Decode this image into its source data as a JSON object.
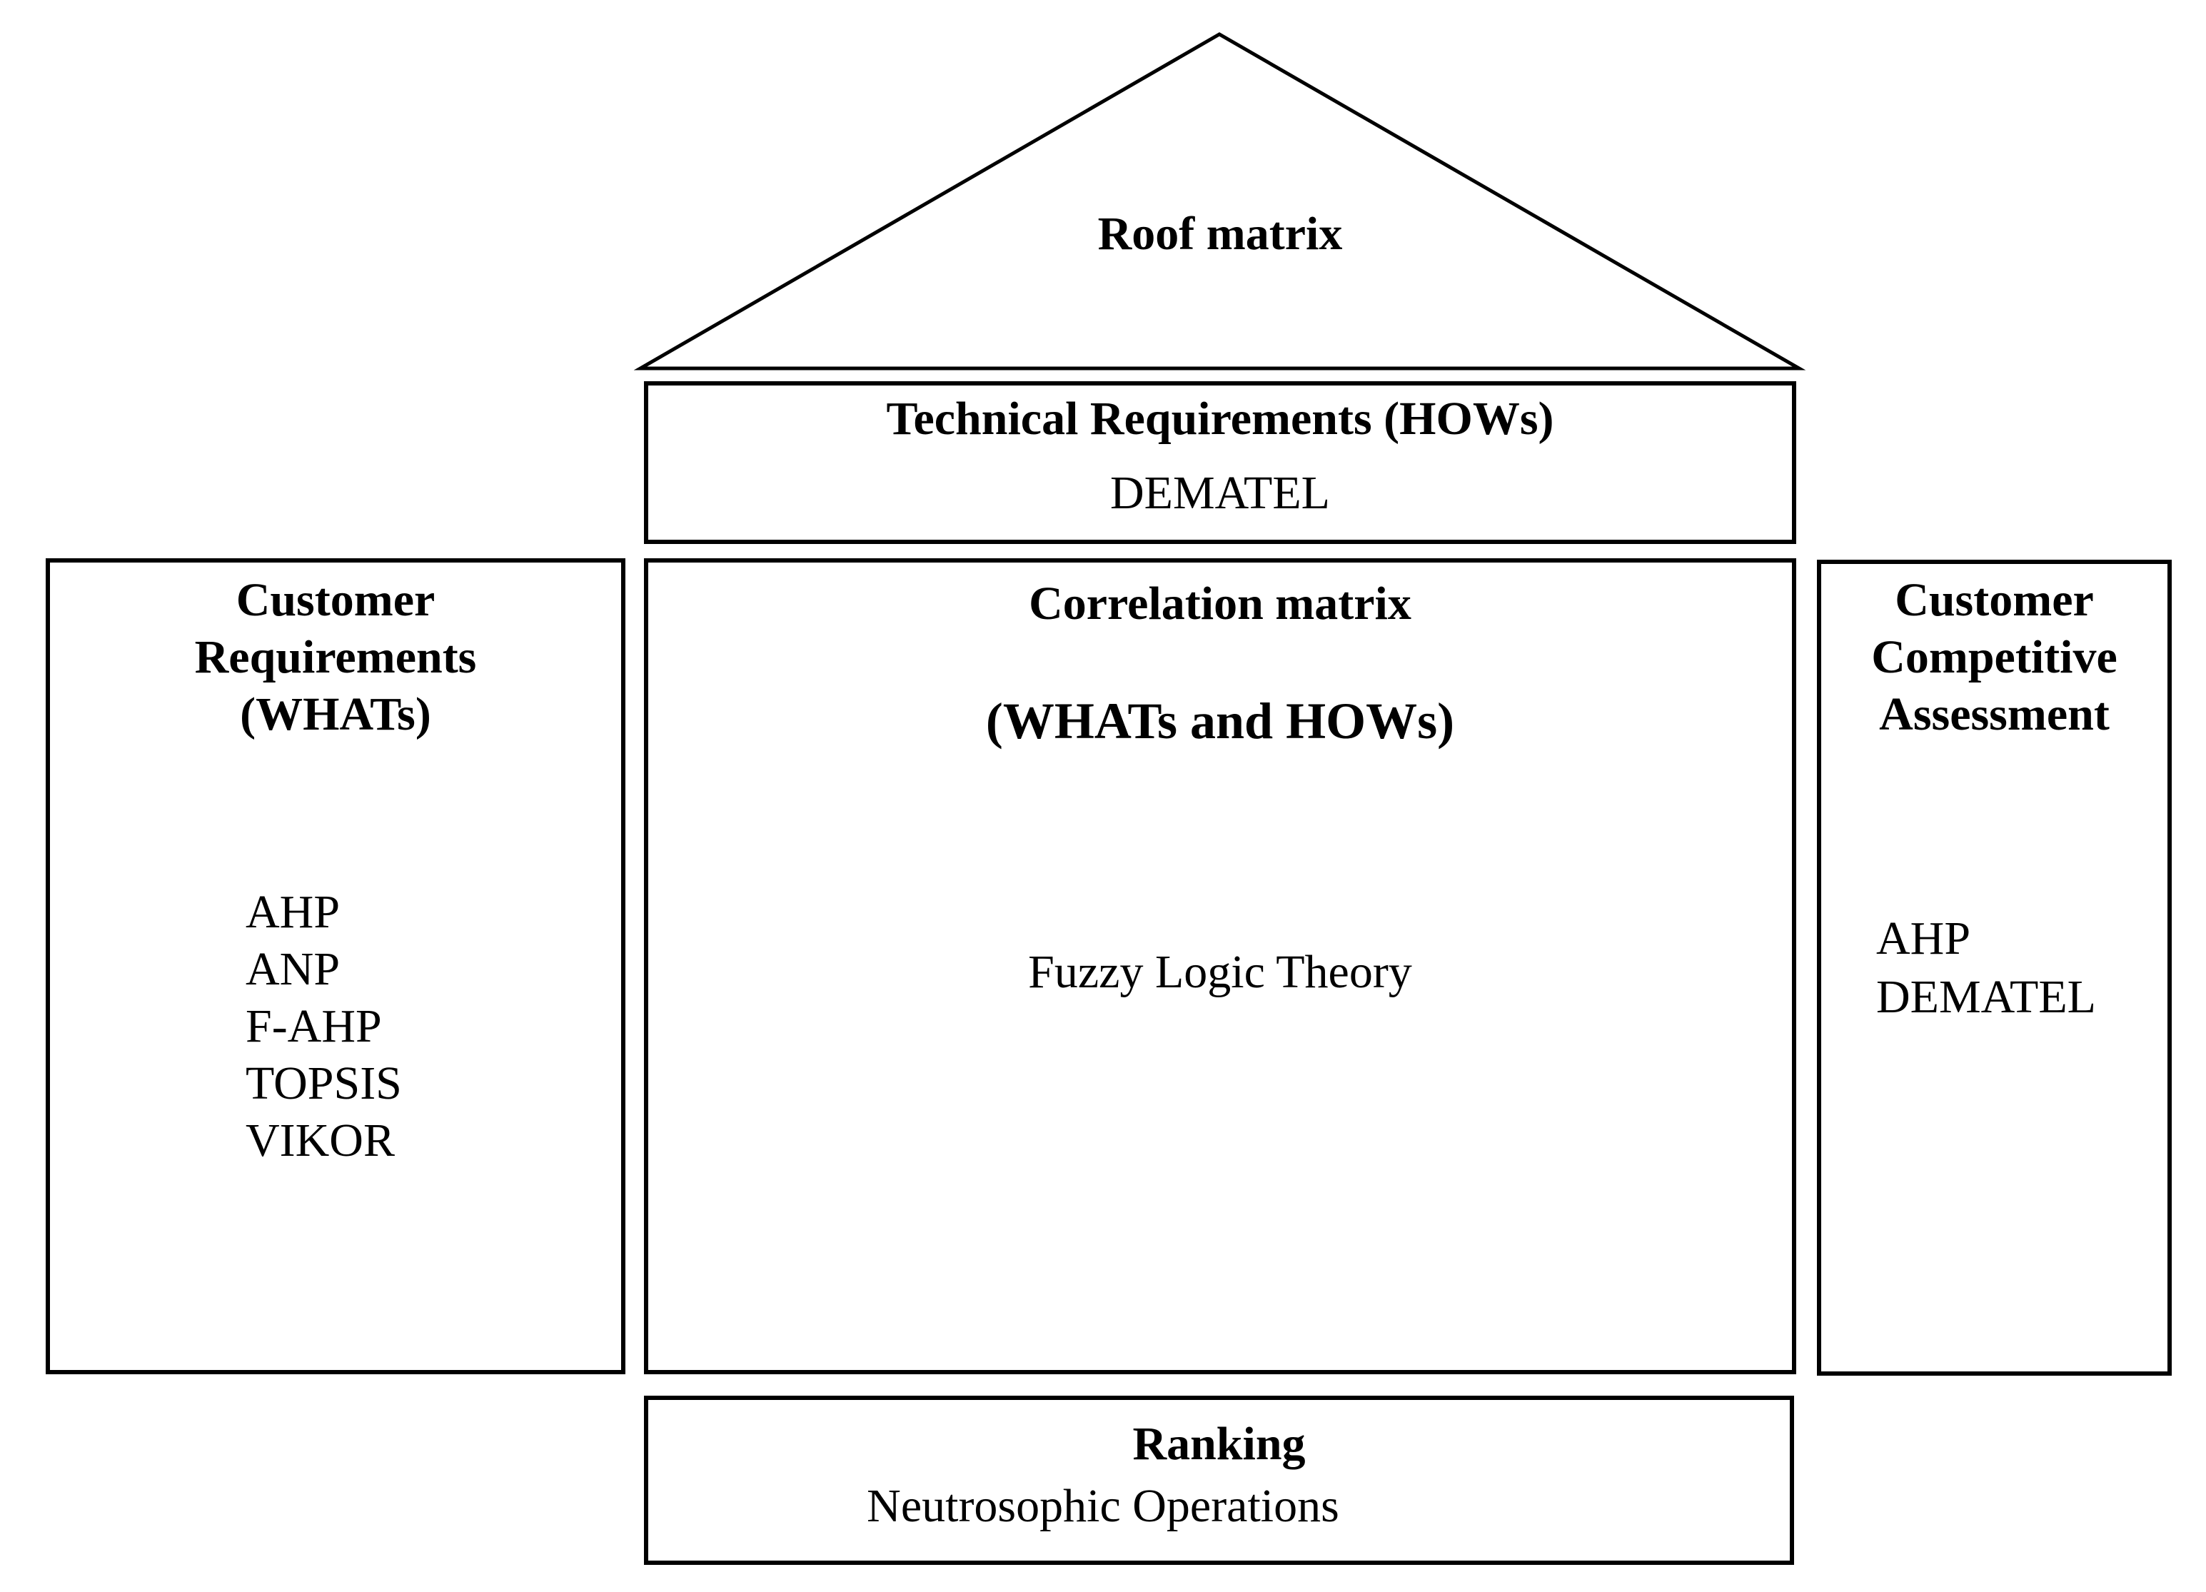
{
  "figure": {
    "background_color": "#ffffff",
    "line_color": "#000000",
    "text_color": "#000000"
  },
  "roof": {
    "label": "Roof matrix"
  },
  "technical_requirements": {
    "title": "Technical Requirements (HOWs)",
    "method": "DEMATEL"
  },
  "customer_requirements": {
    "title_lines": [
      "Customer",
      "Requirements",
      "(WHATs)"
    ],
    "methods": [
      "AHP",
      "ANP",
      "F-AHP",
      "TOPSIS",
      "VIKOR"
    ]
  },
  "correlation_matrix": {
    "title": "Correlation matrix",
    "subtitle": "(WHATs and HOWs)",
    "method": "Fuzzy Logic Theory"
  },
  "customer_competitive_assessment": {
    "title_lines": [
      "Customer",
      "Competitive",
      "Assessment"
    ],
    "methods": [
      "AHP",
      "DEMATEL"
    ]
  },
  "ranking": {
    "title": "Ranking",
    "method": "Neutrosophic Operations"
  }
}
